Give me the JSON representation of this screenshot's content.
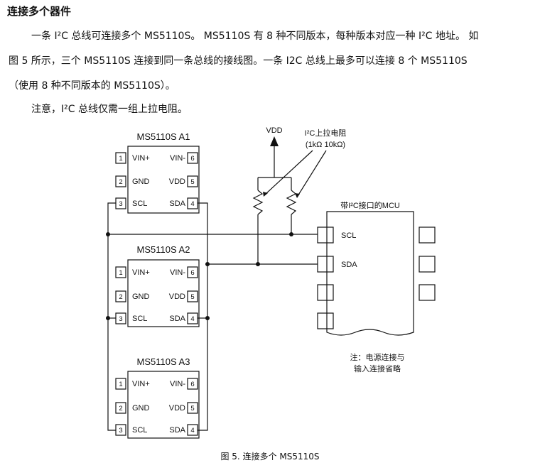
{
  "heading": "连接多个器件",
  "paragraphs": {
    "p1": "一条 I²C 总线可连接多个 MS5110S。 MS5110S 有 8 种不同版本，每种版本对应一种 I²C 地址。 如",
    "p2": "图 5 所示，三个 MS5110S 连接到同一条总线的接线图。一条 I2C 总线上最多可以连接 8 个 MS5110S",
    "p3": "（使用 8 种不同版本的 MS5110S）。",
    "p4": "注意，I²C 总线仅需一组上拉电阻。"
  },
  "diagram": {
    "chips": [
      {
        "title": "MS5110S A1",
        "pins": {
          "p1": "1",
          "p2": "2",
          "p3": "3",
          "p4": "4",
          "p5": "5",
          "p6": "6",
          "vin_plus": "VIN+",
          "gnd": "GND",
          "scl": "SCL",
          "vin_minus": "VIN-",
          "vdd": "VDD",
          "sda": "SDA"
        }
      },
      {
        "title": "MS5110S A2",
        "pins": {
          "p1": "1",
          "p2": "2",
          "p3": "3",
          "p4": "4",
          "p5": "5",
          "p6": "6",
          "vin_plus": "VIN+",
          "gnd": "GND",
          "scl": "SCL",
          "vin_minus": "VIN-",
          "vdd": "VDD",
          "sda": "SDA"
        }
      },
      {
        "title": "MS5110S A3",
        "pins": {
          "p1": "1",
          "p2": "2",
          "p3": "3",
          "p4": "4",
          "p5": "5",
          "p6": "6",
          "vin_plus": "VIN+",
          "gnd": "GND",
          "scl": "SCL",
          "vin_minus": "VIN-",
          "vdd": "VDD",
          "sda": "SDA"
        }
      }
    ],
    "vdd_label": "VDD",
    "pullup_label": "I²C上拉电阻",
    "pullup_values": "(1kΩ  10kΩ)",
    "mcu_title": "带I²C接口的MCU",
    "mcu_scl": "SCL",
    "mcu_sda": "SDA",
    "note_line1": "注：电源连接与",
    "note_line2": "输入连接省略"
  },
  "caption": "图 5. 连接多个 MS5110S"
}
